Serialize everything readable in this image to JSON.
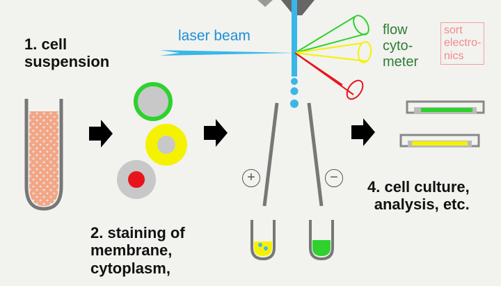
{
  "labels": {
    "step1": "1. cell\nsuspension",
    "laser": "laser beam",
    "flow": "flow\ncyto-\nmeter",
    "sort": "sort\nelectro-\nnics",
    "step2": "2. staining of\nmembrane,\ncytoplasm,",
    "step4": "4. cell culture,\nanalysis, etc."
  },
  "signs": {
    "plus": "+",
    "minus": "−"
  },
  "colors": {
    "laser": "#39b7e6",
    "suspension": "#f4a583",
    "green": "#2ed12e",
    "yellow": "#f5f200",
    "red": "#e8141c",
    "gray": "#c8c8c8",
    "arrow": "#000000"
  },
  "icons": [
    "nozzle-icon",
    "detector-cone-icon",
    "arrow-icon",
    "test-tube-icon",
    "petri-dish-icon"
  ]
}
